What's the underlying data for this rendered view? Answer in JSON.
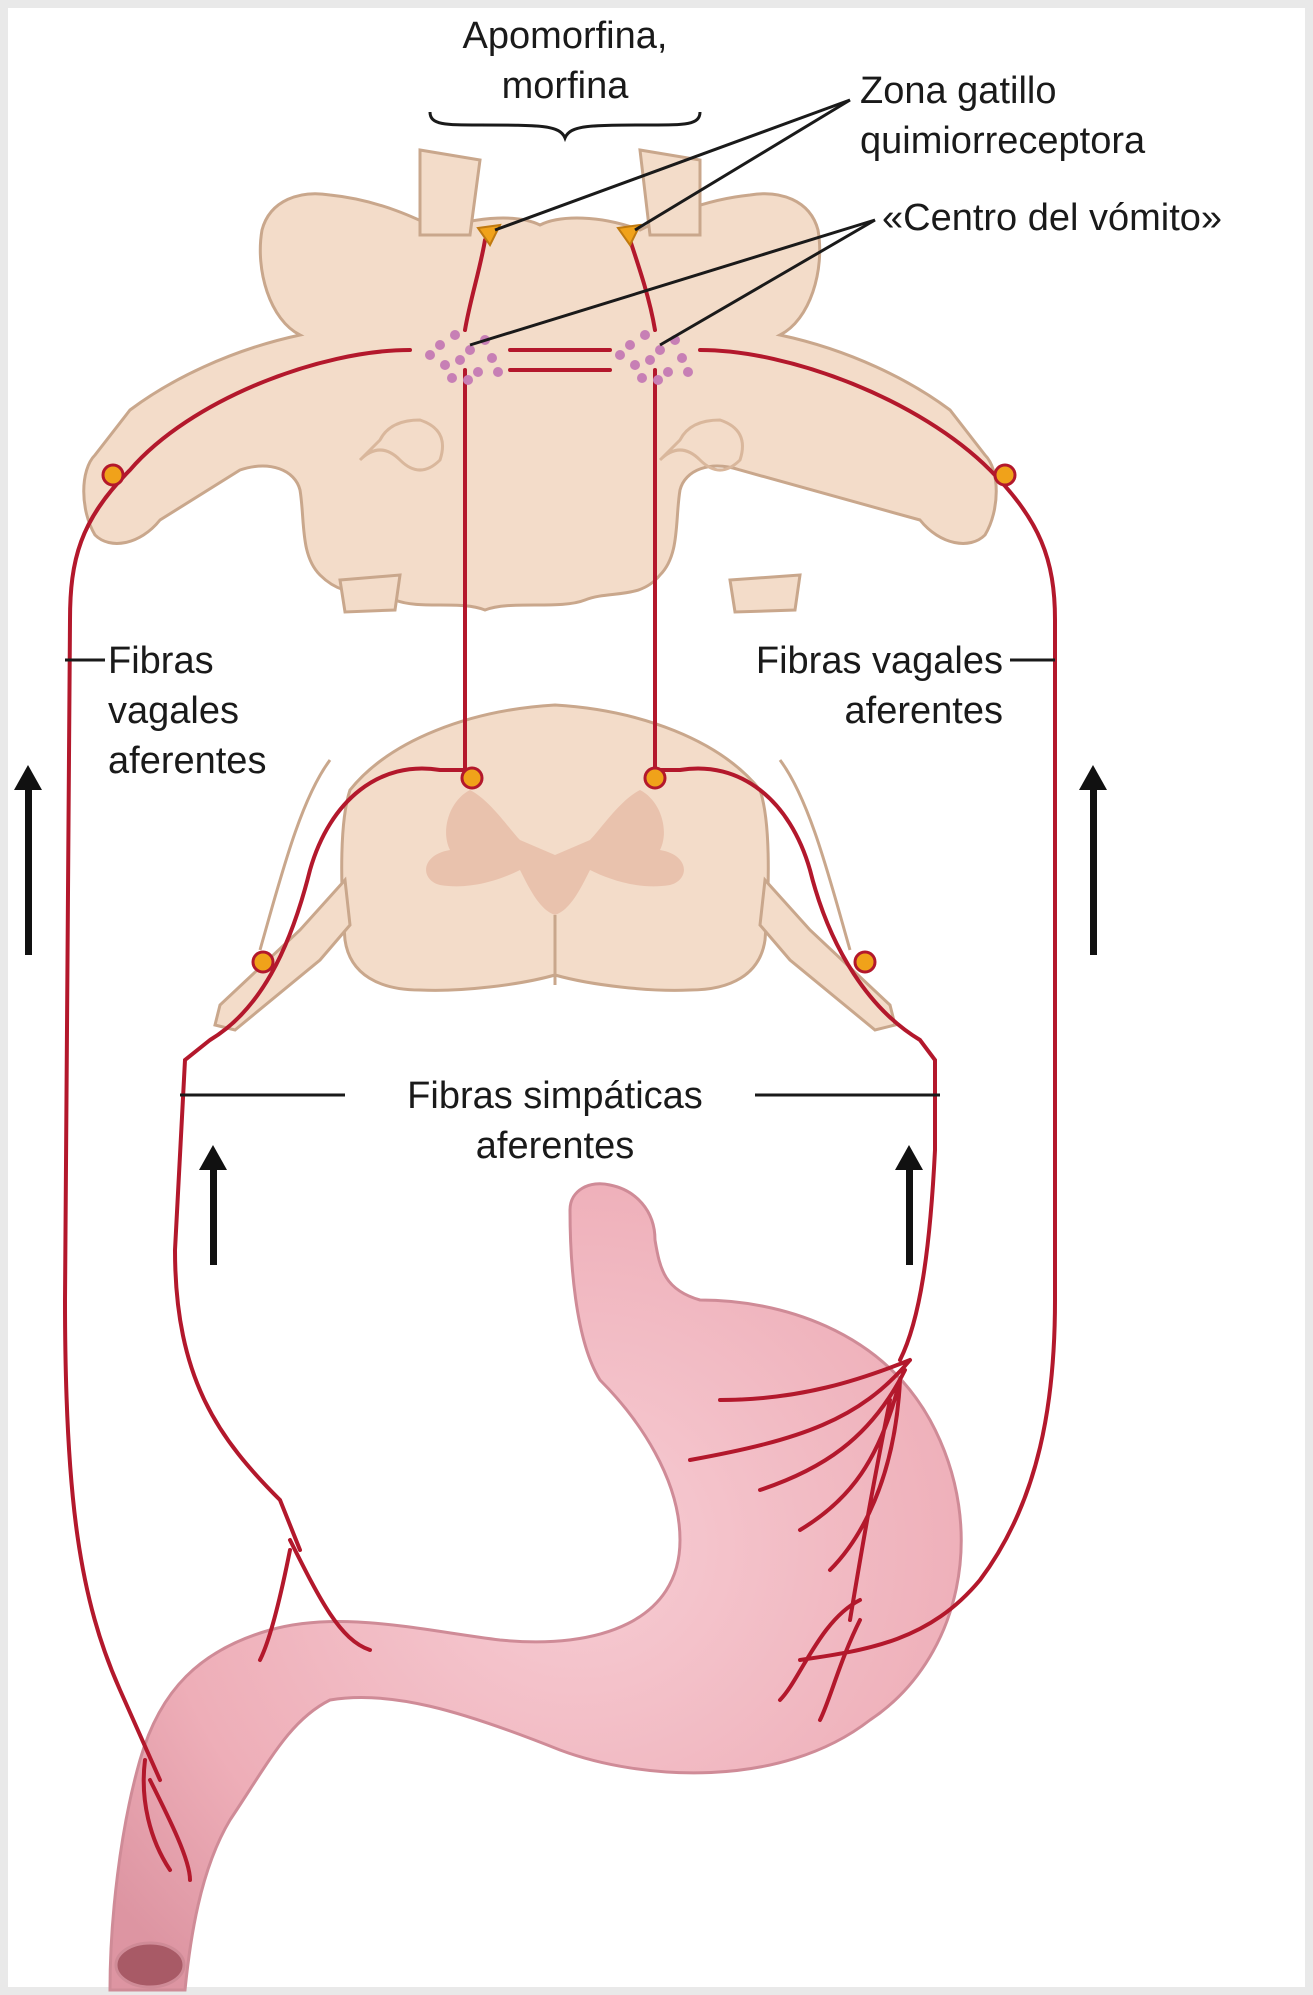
{
  "labels": {
    "drugs_line1": "Apomorfina,",
    "drugs_line2": "morfina",
    "trigger_line1": "Zona gatillo",
    "trigger_line2": "quimiorreceptora",
    "vomit_center": "«Centro del vómito»",
    "vagal_left_line1": "Fibras",
    "vagal_left_line2": "vagales",
    "vagal_left_line3": "aferentes",
    "vagal_right_line1": "Fibras vagales",
    "vagal_right_line2": "aferentes",
    "sympathetic_line1": "Fibras simpáticas",
    "sympathetic_line2": "aferentes"
  },
  "colors": {
    "background": "#e9e9e9",
    "panel": "#ffffff",
    "tissue": "#f3dcc9",
    "tissue_outline": "#c9a78c",
    "gray_matter": "#e9c2ad",
    "nerve": "#b3182c",
    "ganglion": "#f0a21a",
    "stomach": "#eeaeb8",
    "stomach_outline": "#cf8b97"
  }
}
